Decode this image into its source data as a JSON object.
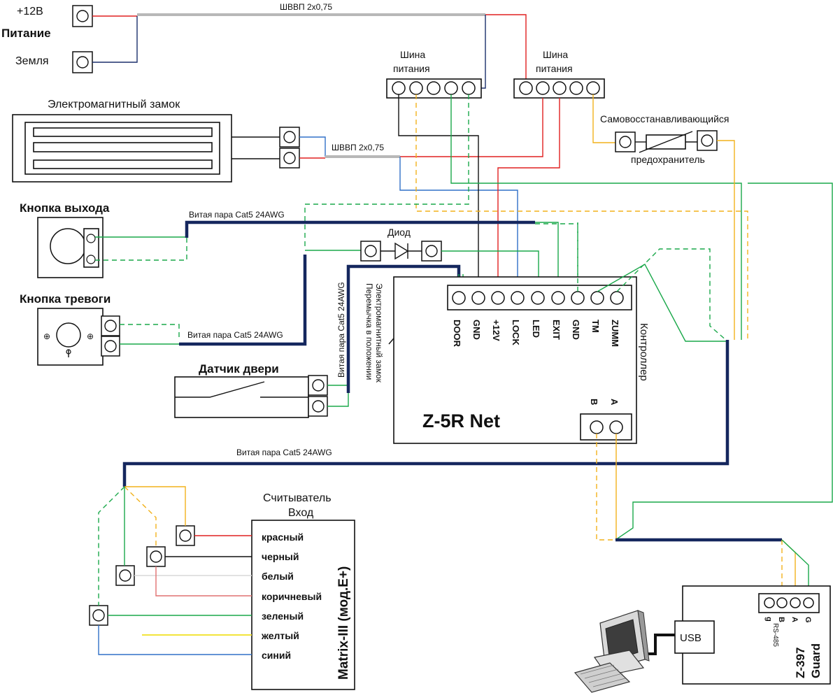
{
  "power": {
    "plus12": "+12В",
    "title": "Питание",
    "ground": "Земля",
    "cable": "ШВВП 2х0,75"
  },
  "busbars": {
    "left_line1": "Шина",
    "left_line2": "питания",
    "right_line1": "Шина",
    "right_line2": "питания"
  },
  "lock": {
    "title": "Электромагнитный замок",
    "cable": "ШВВП 2х0,75"
  },
  "fuse": {
    "line1": "Самовосстанавливающийся",
    "line2": "предохранитель"
  },
  "exit_button": {
    "title": "Кнопка выхода",
    "cable": "Витая пара Cat5 24AWG"
  },
  "alarm_button": {
    "title": "Кнопка тревоги",
    "cable": "Витая пара Cat5 24AWG"
  },
  "door_sensor": {
    "title": "Датчик двери",
    "cable": "Витая пара Cat5 24AWG"
  },
  "diode": {
    "label": "Диод"
  },
  "jumper": {
    "line1": "Перемычка в положении",
    "line2": "Электромагнитный замок"
  },
  "controller": {
    "side_label": "Контроллер",
    "model": "Z-5R Net",
    "terminals": [
      "DOOR",
      "GND",
      "+12V",
      "LOCK",
      "LED",
      "EXIT",
      "GND",
      "TM",
      "ZUMM"
    ],
    "rs_terminals": [
      "B",
      "A"
    ]
  },
  "trunk_cable": "Витая пара Cat5 24AWG",
  "reader": {
    "title_line1": "Считыватель",
    "title_line2": "Вход",
    "model": "Matrix-III (мод.E+)",
    "wires": [
      "красный",
      "черный",
      "белый",
      "коричневый",
      "зеленый",
      "желтый",
      "синий"
    ]
  },
  "converter": {
    "model_line1": "Z-397",
    "model_line2": "Guard",
    "usb": "USB",
    "terminals": [
      "g",
      "B",
      "A",
      "G"
    ],
    "rs485": "RS-485"
  },
  "computer": {
    "icon": "computer-icon"
  },
  "colors": {
    "red": "#e02020",
    "blue": "#3070c8",
    "navy": "#1b2f6b",
    "green": "#1aa84a",
    "yellow": "#f2b21c",
    "gray": "#b8b8b8",
    "black": "#111111"
  }
}
